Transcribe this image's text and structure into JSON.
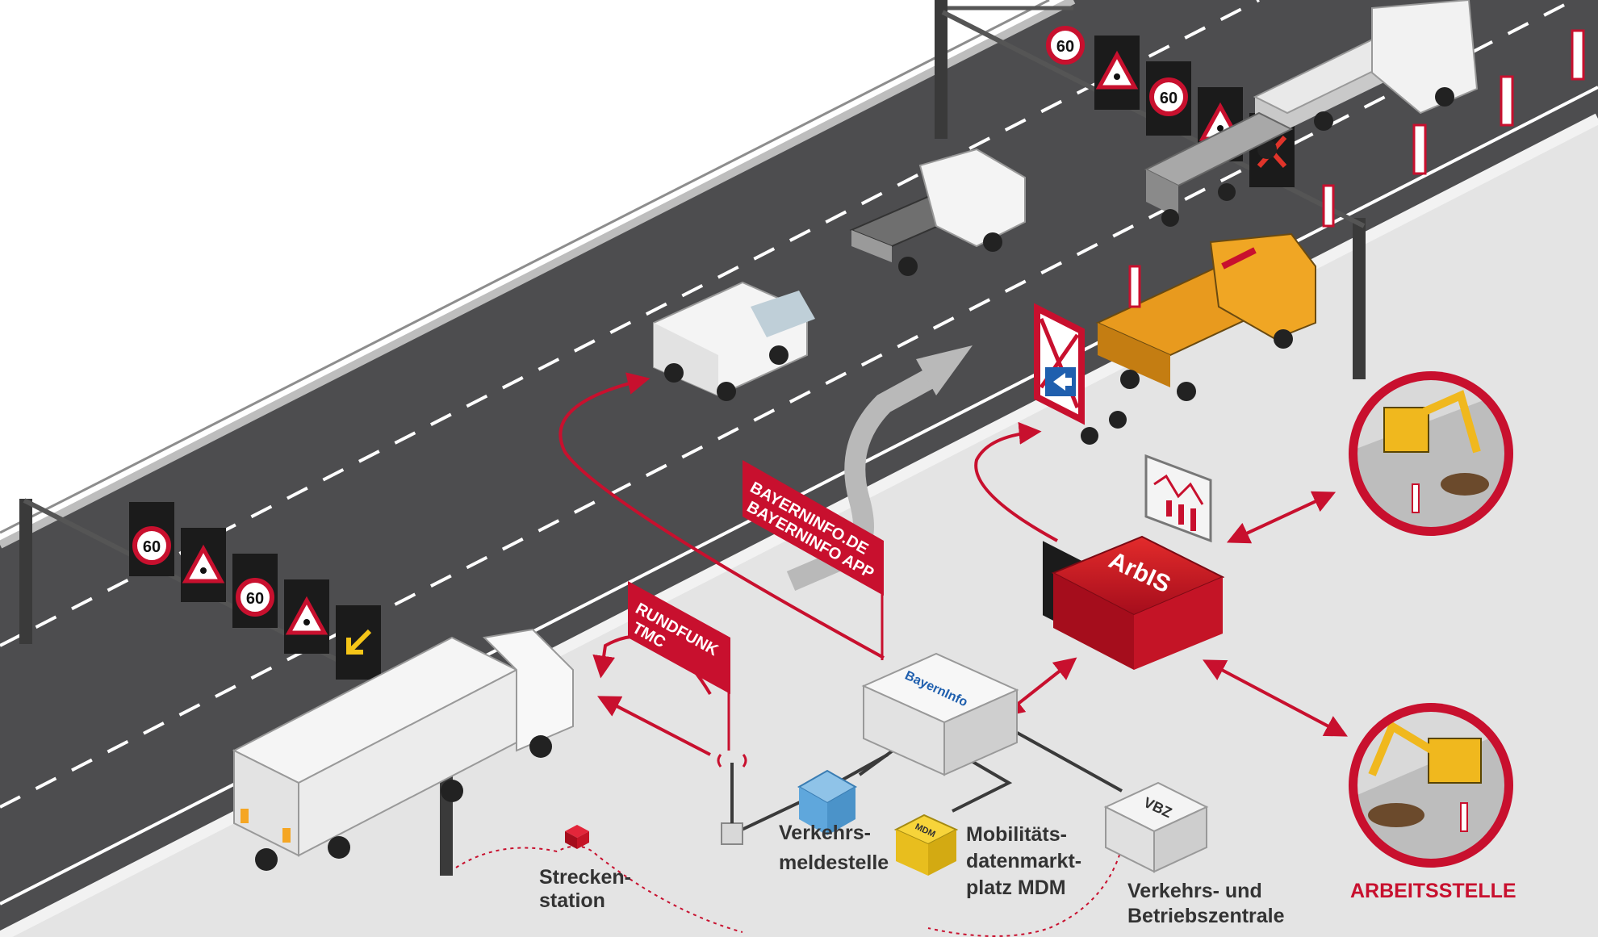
{
  "flags": {
    "internet_line1": "BAYERNINFO.DE",
    "internet_line2": "BAYERNINFO APP",
    "radio_line1": "RUNDFUNK",
    "radio_line2": "TMC"
  },
  "nodes": {
    "arbis": "ArbIS",
    "bayerninfo_logo": "BayernInfo",
    "vbz": "VBZ",
    "mdm_box_text": "MDM"
  },
  "labels": {
    "strecken_1": "Strecken-",
    "strecken_2": "station",
    "verkehrsmelde_1": "Verkehrs-",
    "verkehrsmelde_2": "meldestelle",
    "mdm_1": "Mobilitäts-",
    "mdm_2": "datenmarkt-",
    "mdm_3": "platz MDM",
    "vbz_1": "Verkehrs- und",
    "vbz_2": "Betriebszentrale",
    "arbeitsstelle": "ARBEITSSTELLE"
  },
  "signs": {
    "speed_limit": "60"
  },
  "colors": {
    "accent_red": "#c8102e",
    "road": "#4d4d4f",
    "shoulder": "#e4e4e4",
    "label_grey": "#333333"
  }
}
